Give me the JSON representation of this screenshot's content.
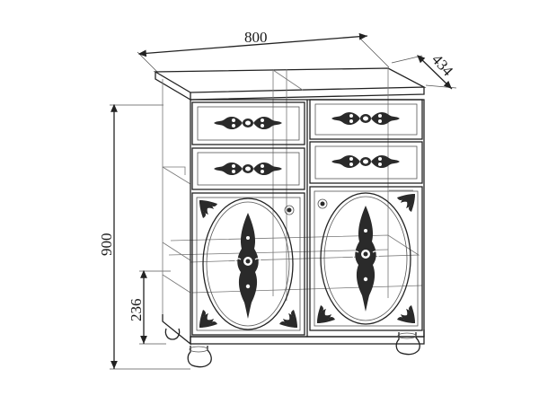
{
  "dimensions": {
    "width": "800",
    "depth": "434",
    "height": "900",
    "plinth": "236"
  },
  "drawing": {
    "line_color": "#222222",
    "ornament_color": "#2a2a2a",
    "background": "#ffffff"
  }
}
